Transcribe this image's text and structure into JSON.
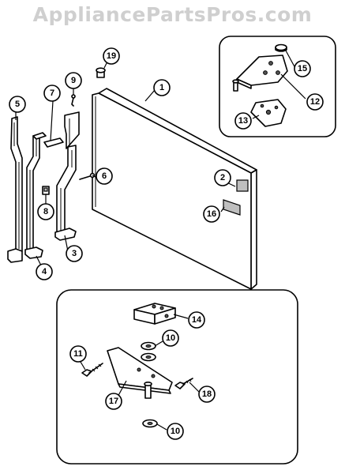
{
  "watermark": "AppliancePartsPros.com",
  "callouts": {
    "c1": "1",
    "c2": "2",
    "c3": "3",
    "c4": "4",
    "c5": "5",
    "c6": "6",
    "c7": "7",
    "c8": "8",
    "c9": "9",
    "c10a": "10",
    "c10b": "10",
    "c11": "11",
    "c12": "12",
    "c13": "13",
    "c14": "14",
    "c15": "15",
    "c16": "16",
    "c17": "17",
    "c18": "18",
    "c19": "19"
  }
}
